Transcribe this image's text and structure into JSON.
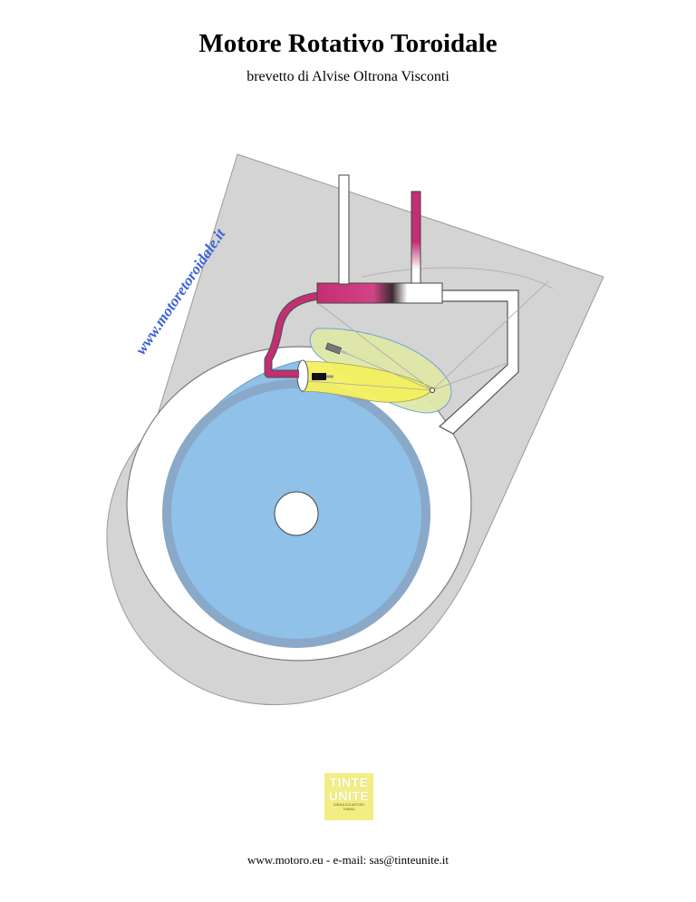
{
  "header": {
    "title": "Motore Rotativo Toroidale",
    "subtitle": "brevetto di Alvise Oltrona Visconti"
  },
  "watermark": {
    "text": "www.motoretoroidale.it",
    "color": "#3b63d8"
  },
  "logo": {
    "line1": "TINTE",
    "line2": "UNITE",
    "line3": "IDRAULICA MOTORI",
    "line4": "TORINO",
    "color": "#f3ee83"
  },
  "footer": {
    "contact": "www.motoro.eu - e-mail: sas@tinteunite.it"
  },
  "colors": {
    "casing": "#d4d4d4",
    "rotor": "#8fc1e9",
    "rotor_ring": "#8aa8c8",
    "piston": "#c62d72",
    "chamber_yellow": "#f5f060",
    "chamber_green": "#dfe8a8"
  }
}
